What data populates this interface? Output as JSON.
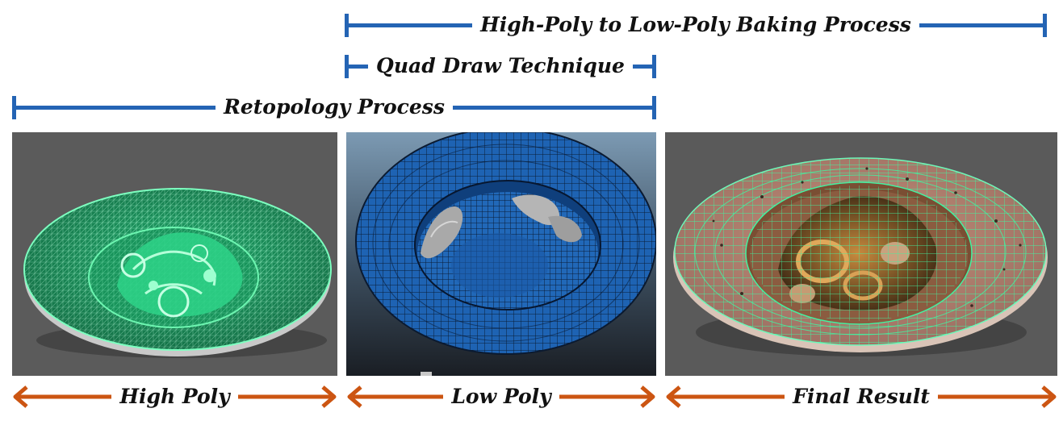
{
  "brackets": {
    "baking": "High-Poly to Low-Poly Baking Process",
    "quad_draw": "Quad Draw Technique",
    "retopology": "Retopology Process"
  },
  "stages": {
    "high_poly": "High Poly",
    "low_poly": "Low Poly",
    "final_result": "Final Result"
  },
  "colors": {
    "bracket": "#2464b4",
    "arrow": "#cc5512",
    "wire_green": "#3cf0a0",
    "wire_blue": "#1d5fa8"
  },
  "icons": {
    "bracket_end": "vertical-bar",
    "arrow_head": "double-headed-arrow"
  }
}
